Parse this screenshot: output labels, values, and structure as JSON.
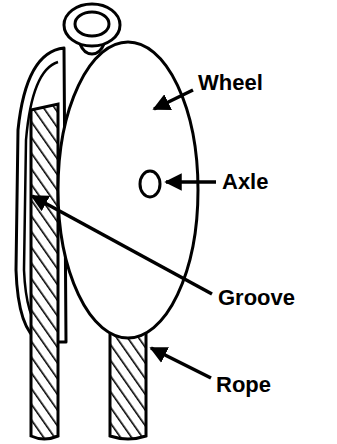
{
  "diagram": {
    "labels": [
      "Wheel",
      "Axle",
      "Groove",
      "Rope"
    ]
  }
}
